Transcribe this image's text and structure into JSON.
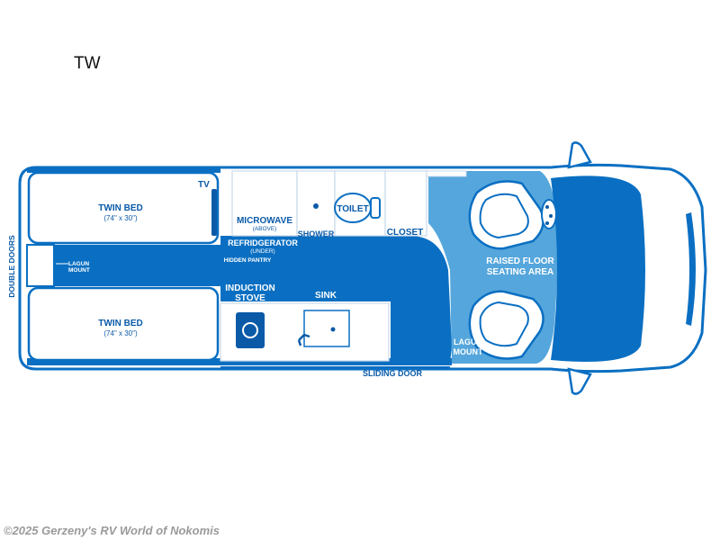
{
  "plan": {
    "title": "TW"
  },
  "labels": {
    "tv": "TV",
    "twin_bed_top": "TWIN BED",
    "twin_bed_top_size": "(74\" x 30\")",
    "twin_bed_bottom": "TWIN BED",
    "twin_bed_bottom_size": "(74\" x 30\")",
    "microwave": "MICROWAVE",
    "microwave_note": "(ABOVE)",
    "refrigerator": "REFRIDGERATOR",
    "refrigerator_note": "(UNDER)",
    "hidden_pantry": "HIDDEN PANTRY",
    "shower": "SHOWER",
    "toilet": "TOILET",
    "closet": "CLOSET",
    "lagun_rear_1": "LAGUN",
    "lagun_rear_2": "MOUNT",
    "double_doors": "DOUBLE DOORS",
    "induction_1": "INDUCTION",
    "induction_2": "STOVE",
    "sink": "SINK",
    "raised_1": "RAISED FLOOR",
    "raised_2": "SEATING AREA",
    "lagun_front_1": "LAGUN",
    "lagun_front_2": "MOUNT",
    "sliding_door": "SLIDING DOOR"
  },
  "watermark": "©2025 Gerzeny's RV World of Nokomis",
  "colors": {
    "floor": "#0a6fc2",
    "raised_floor": "#55a6dc",
    "outline": "#0a6fc2",
    "fixture_fill": "#ffffff",
    "label_light": "#ffffff",
    "label_dark": "#0a5aa8"
  }
}
